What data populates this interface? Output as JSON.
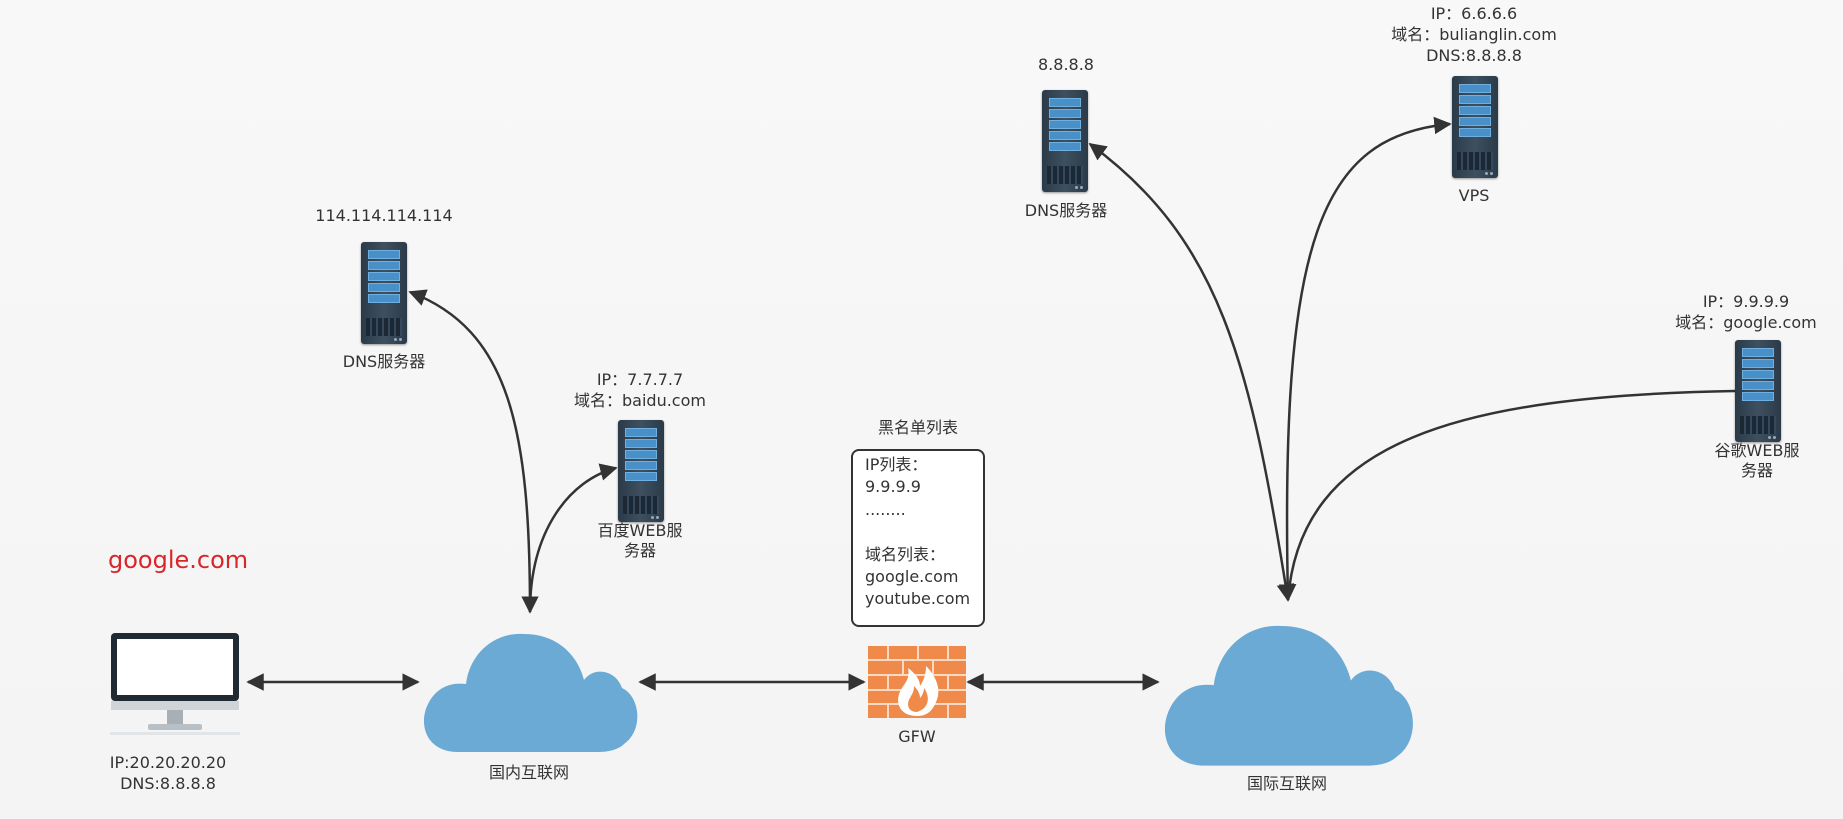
{
  "search_term": "google.com",
  "client": {
    "ip": "IP:20.20.20.20",
    "dns": "DNS:8.8.8.8"
  },
  "domestic_network": {
    "label": "国内互联网"
  },
  "international_network": {
    "label": "国际互联网"
  },
  "gfw": {
    "label": "GFW"
  },
  "blacklist": {
    "title": "黑名单列表",
    "lines": [
      "IP列表：",
      "9.9.9.9",
      "........",
      "",
      "域名列表：",
      "google.com",
      "youtube.com",
      "......."
    ]
  },
  "dns_domestic": {
    "ip": "114.114.114.114",
    "label": "DNS服务器"
  },
  "baidu_server": {
    "ip": "IP：7.7.7.7",
    "domain": "域名：baidu.com",
    "label_line1": "百度WEB服",
    "label_line2": "务器"
  },
  "dns_international": {
    "ip": "8.8.8.8",
    "label": "DNS服务器"
  },
  "vps": {
    "ip": "IP：6.6.6.6",
    "domain": "域名：bulianglin.com",
    "dns": "DNS:8.8.8.8",
    "label": "VPS"
  },
  "google_server": {
    "ip": "IP：9.9.9.9",
    "domain": "域名：google.com",
    "label_line1": "谷歌WEB服",
    "label_line2": "务器"
  },
  "colors": {
    "cloud": "#6aaad4",
    "firewall": "#f08a4b",
    "arrow": "#333333",
    "search_term": "#d7262c"
  },
  "icons": {
    "server": "server-icon",
    "cloud": "cloud-icon",
    "firewall": "firewall-icon",
    "computer": "monitor-icon"
  }
}
